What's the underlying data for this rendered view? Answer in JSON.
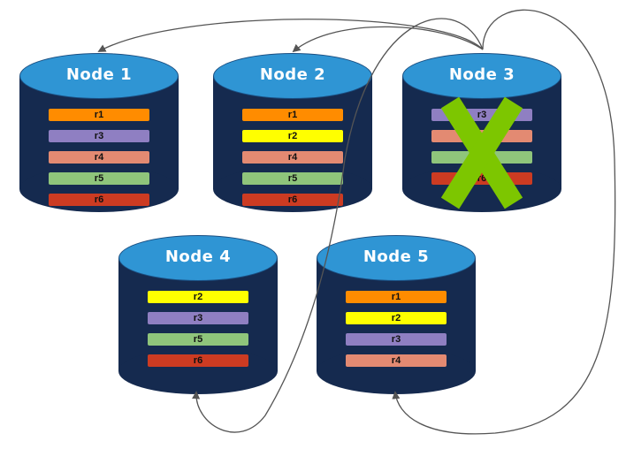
{
  "nodes": [
    {
      "title": "Node 1",
      "replicas": [
        "r1",
        "r3",
        "r4",
        "r5",
        "r6"
      ]
    },
    {
      "title": "Node 2",
      "replicas": [
        "r1",
        "r2",
        "r4",
        "r5",
        "r6"
      ]
    },
    {
      "title": "Node 3",
      "replicas": [
        "r3",
        "r4",
        "r5",
        "r6"
      ],
      "failed": true
    },
    {
      "title": "Node 4",
      "replicas": [
        "r2",
        "r3",
        "r5",
        "r6"
      ]
    },
    {
      "title": "Node 5",
      "replicas": [
        "r1",
        "r2",
        "r3",
        "r4"
      ]
    }
  ],
  "colors": {
    "node_top": "#2f95d4",
    "node_body": "#152a4f",
    "cross": "#7dc600",
    "arrow": "#555555",
    "r1": "#ff8c00",
    "r2": "#ffff00",
    "r3": "#8f7fc2",
    "r4": "#e38a72",
    "r5": "#8fc57b",
    "r6": "#cc3b22"
  }
}
